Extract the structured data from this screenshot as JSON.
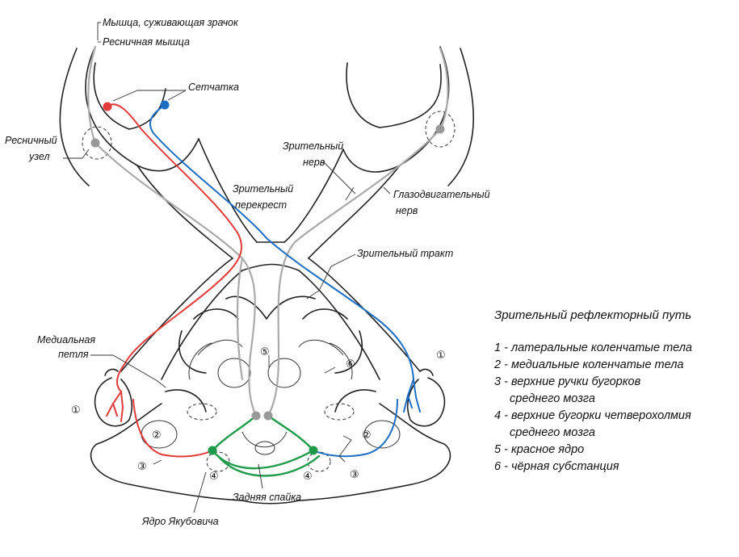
{
  "labels": {
    "pupil_muscle": "Мышца, суживающая зрачок",
    "ciliary_muscle": "Ресничная мышца",
    "retina": "Сетчатка",
    "ciliary_ganglion_1": "Ресничный",
    "ciliary_ganglion_2": "узел",
    "optic_nerve_1": "Зрительный",
    "optic_nerve_2": "нерв",
    "oculomotor_nerve_1": "Глазодвигательный",
    "oculomotor_nerve_2": "нерв",
    "optic_chiasm_1": "Зрительный",
    "optic_chiasm_2": "перекрест",
    "optic_tract": "Зрительный тракт",
    "medial_lemniscus_1": "Медиальная",
    "medial_lemniscus_2": "петля",
    "posterior_commissure": "Задняя спайка",
    "yakubovich_nucleus": "Ядро Якубовича"
  },
  "numbers": {
    "n1": "①",
    "n2": "②",
    "n3": "③",
    "n4": "④",
    "n5": "⑤",
    "n6": "⑥"
  },
  "legend": {
    "title": "Зрительный рефлекторный путь",
    "items": [
      "1 - латеральные коленчатые тела",
      "2 - медиальные коленчатые тела",
      "3 - верхние ручки бугорков",
      "среднего мозга",
      "4 - верхние бугорки четверохолмия",
      "среднего мозга",
      "5 - красное ядро",
      "6 - чёрная субстанция"
    ]
  },
  "colors": {
    "left_pathway": "#e23b3b",
    "right_pathway": "#1e6fc4",
    "pretectal_pathway": "#1f9a4a",
    "nerve_gray": "#aaaaaa"
  }
}
